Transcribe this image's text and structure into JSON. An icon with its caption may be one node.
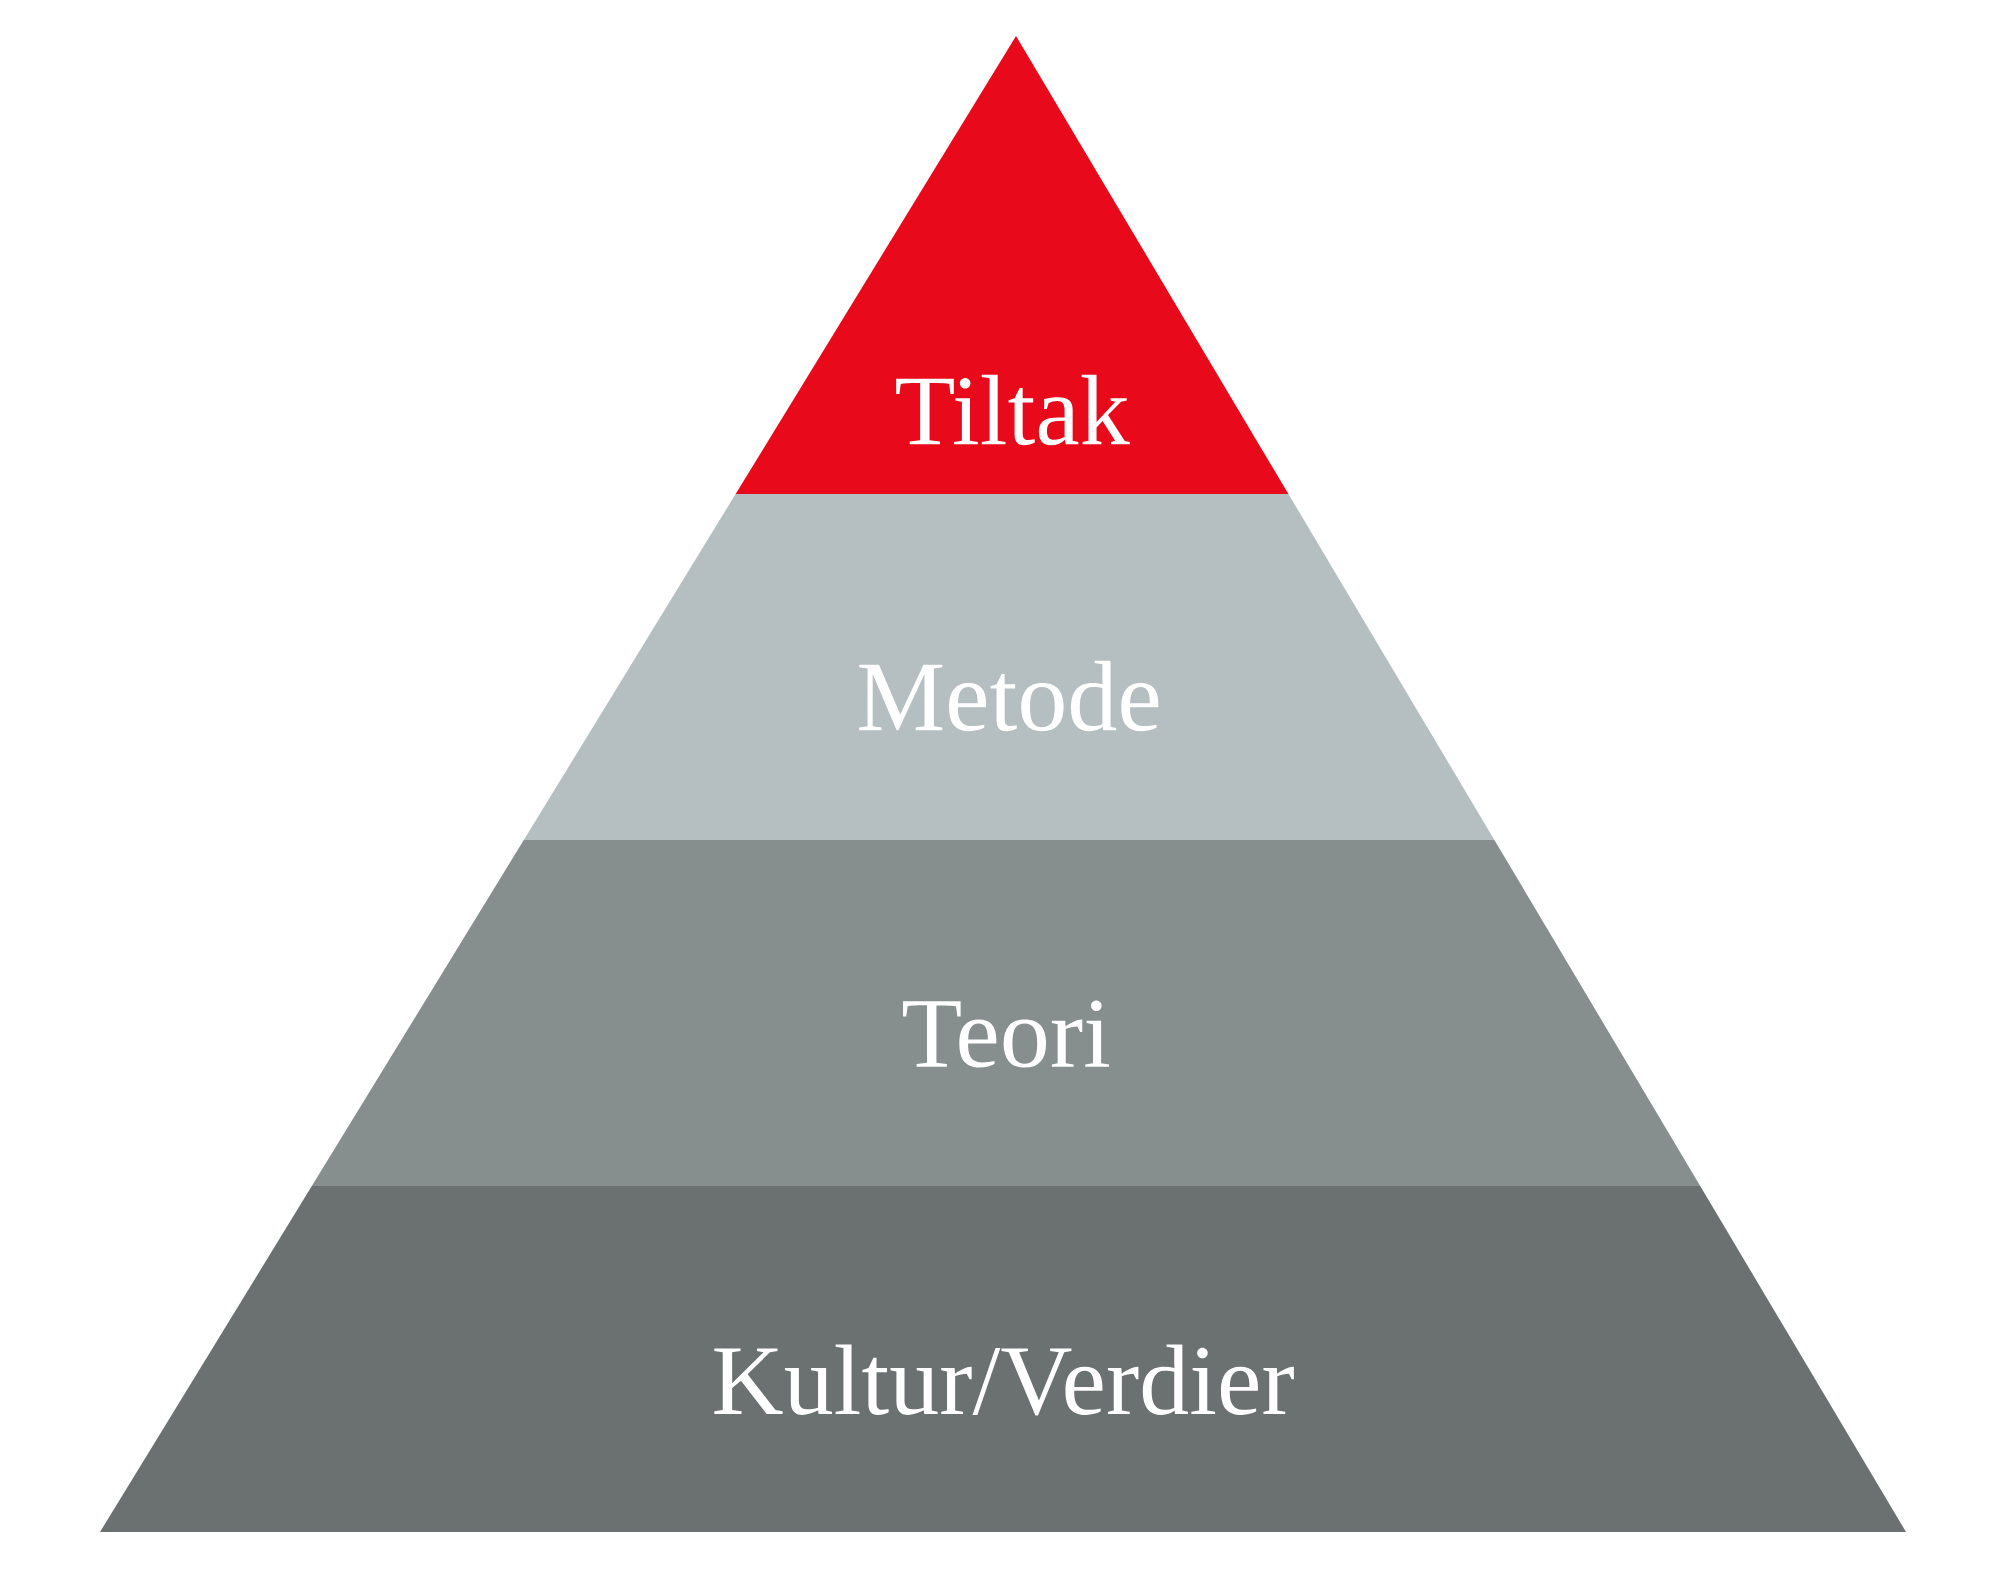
{
  "diagram": {
    "nodes": [
      {
        "text": [
          "Tiltak"
        ]
      },
      {
        "text": [
          "Metode"
        ]
      },
      {
        "text": [
          "Teori"
        ]
      },
      {
        "text": [
          "Kultur/Verdier"
        ]
      }
    ]
  }
}
